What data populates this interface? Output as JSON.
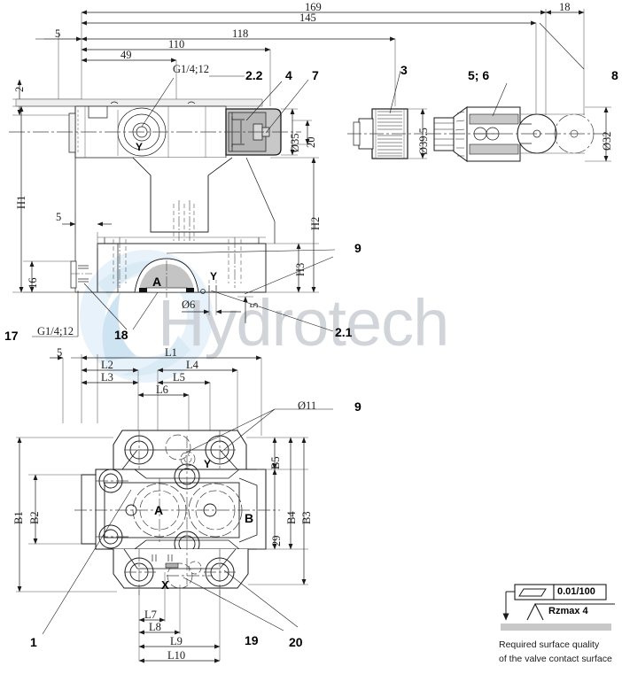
{
  "document": {
    "type": "engineering-drawing",
    "subject": "Hydraulic directional valve dimensional drawing",
    "watermark": "Hydrotech"
  },
  "views": {
    "front": {
      "name": "front-elevation-view"
    },
    "knob": {
      "name": "adjustment-knob-detail"
    },
    "solenoid": {
      "name": "solenoid-connector-detail"
    },
    "bottom": {
      "name": "bottom-mounting-face-view"
    }
  },
  "dimensions_top": {
    "d169": "169",
    "d145": "145",
    "d118": "118",
    "d110": "110",
    "d49": "49",
    "d5": "5",
    "d2": "2",
    "d18": "18"
  },
  "dimensions_front": {
    "h1": "H1",
    "h2": "H2",
    "h3": "H3",
    "d16": "16",
    "d5_left": "5",
    "d5_bottom": "5",
    "d6": "Ø6",
    "d35": "Ø35",
    "d20": "20",
    "thread_top": "G1/4;12",
    "thread_left": "G1/4;12",
    "port_a": "A",
    "port_y_front": "Y"
  },
  "dimensions_knob": {
    "d39_5": "Ø39.5"
  },
  "dimensions_solenoid": {
    "d32": "Ø32"
  },
  "dimensions_bottom": {
    "l1": "L1",
    "l2": "L2",
    "l3": "L3",
    "l4": "L4",
    "l5": "L5",
    "l6": "L6",
    "l7": "L7",
    "l8": "L8",
    "l9": "L9",
    "l10": "L10",
    "b1": "B1",
    "b2": "B2",
    "b3": "B3",
    "b4": "B4",
    "b5": "B5",
    "d5": "5",
    "d29": "29",
    "d11": "Ø11",
    "port_a": "A",
    "port_b": "B",
    "port_x": "X",
    "port_y": "Y"
  },
  "item_numbers": {
    "n1": "1",
    "n2_1": "2.1",
    "n2_2": "2.2",
    "n3": "3",
    "n4": "4",
    "n5_6": "5; 6",
    "n7": "7",
    "n8": "8",
    "n9_upper": "9",
    "n9_lower": "9",
    "n17": "17",
    "n18": "18",
    "n19": "19",
    "n20": "20"
  },
  "surface_note": {
    "flatness_symbol": "parallelogram-icon",
    "flatness_value": "0.01/100",
    "roughness_symbol": "roughness-check-icon",
    "roughness_value": "Rzmax 4",
    "line1": "Required surface quality",
    "line2": "of the valve contact surface"
  },
  "colors": {
    "line": "#1a1a1a",
    "thin": "#555555",
    "fill_gray": "#c8c8c8",
    "fill_light": "#e4e4e4",
    "watermark": "#c9ced4",
    "watermark_logo": "#cfe3f2"
  }
}
